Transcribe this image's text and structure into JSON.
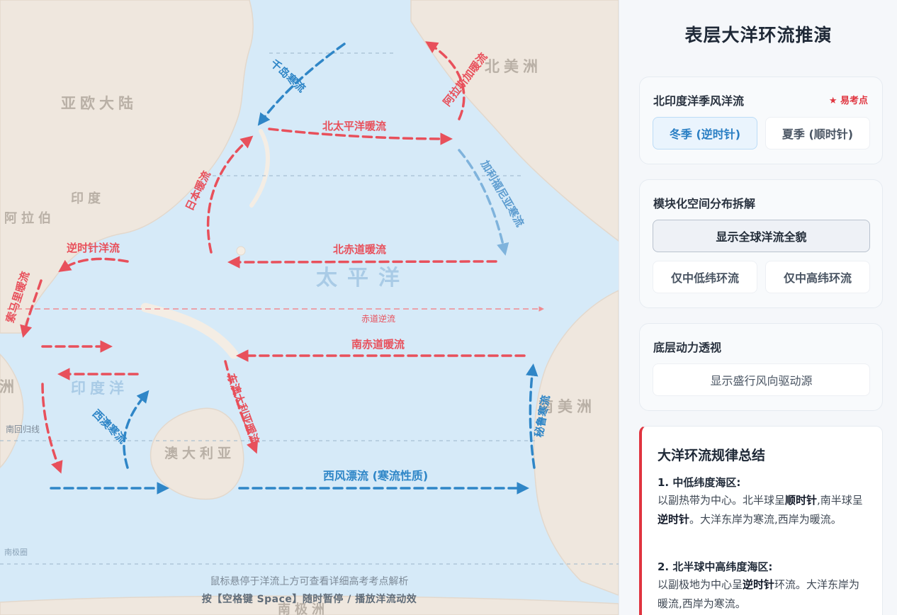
{
  "map": {
    "land": {
      "eurasia": "亚欧大陆",
      "india": "印度",
      "arabia": "阿拉伯",
      "north_america": "北美洲",
      "south_america": "南美洲",
      "africa": "非洲",
      "australia": "澳大利亚",
      "antarctica": "南极洲"
    },
    "oceans": {
      "pacific": "太平洋",
      "indian": "印度洋"
    },
    "lines": {
      "tropic": "南回归线",
      "antarctic_circle": "南极圈"
    },
    "currents": {
      "kuril": "千岛寒流",
      "kuroshio": "日本暖流",
      "north_pacific": "北太平洋暖流",
      "alaska": "阿拉斯加暖流",
      "california": "加利福尼亚寒流",
      "north_equatorial": "北赤道暖流",
      "counter": "赤道逆流",
      "south_equatorial": "南赤道暖流",
      "east_australian": "东澳大利亚暖流",
      "west_australian": "西澳寒流",
      "peru": "秘鲁寒流",
      "west_wind": "西风漂流 (寒流性质)",
      "somali": "索马里暖流",
      "ccw": "逆时针洋流"
    },
    "colors": {
      "warm": "#e8505b",
      "cold": "#2f86c7",
      "ocean": "#d6eaf8",
      "land": "#efe7de"
    },
    "hint_line1": "鼠标悬停于洋流上方可查看详细高考考点解析",
    "hint_line2": "按【空格键 Space】随时暂停 / 播放洋流动效"
  },
  "sidebar": {
    "title": "表层大洋环流推演",
    "monsoon": {
      "title": "北印度洋季风洋流",
      "badge": "★ 易考点",
      "winter": "冬季 (逆时针)",
      "summer": "夏季 (顺时针)"
    },
    "modular": {
      "title": "模块化空间分布拆解",
      "global": "显示全球洋流全貌",
      "low": "仅中低纬环流",
      "high": "仅中高纬环流"
    },
    "dynamics": {
      "title": "底层动力透视",
      "wind": "显示盛行风向驱动源"
    },
    "summary": {
      "title": "大洋环流规律总结",
      "h1": "1. 中低纬度海区:",
      "p1_a": "以副热带为中心。北半球呈",
      "p1_b": "顺时针",
      "p1_c": ",南半球呈",
      "p1_d": "逆时针",
      "p1_e": "。大洋东岸为寒流,西岸为暖流。",
      "h2": "2. 北半球中高纬度海区:",
      "p2_a": "以副极地为中心呈",
      "p2_b": "逆时针",
      "p2_c": "环流。大洋东岸为暖流,西岸为寒流。"
    }
  }
}
